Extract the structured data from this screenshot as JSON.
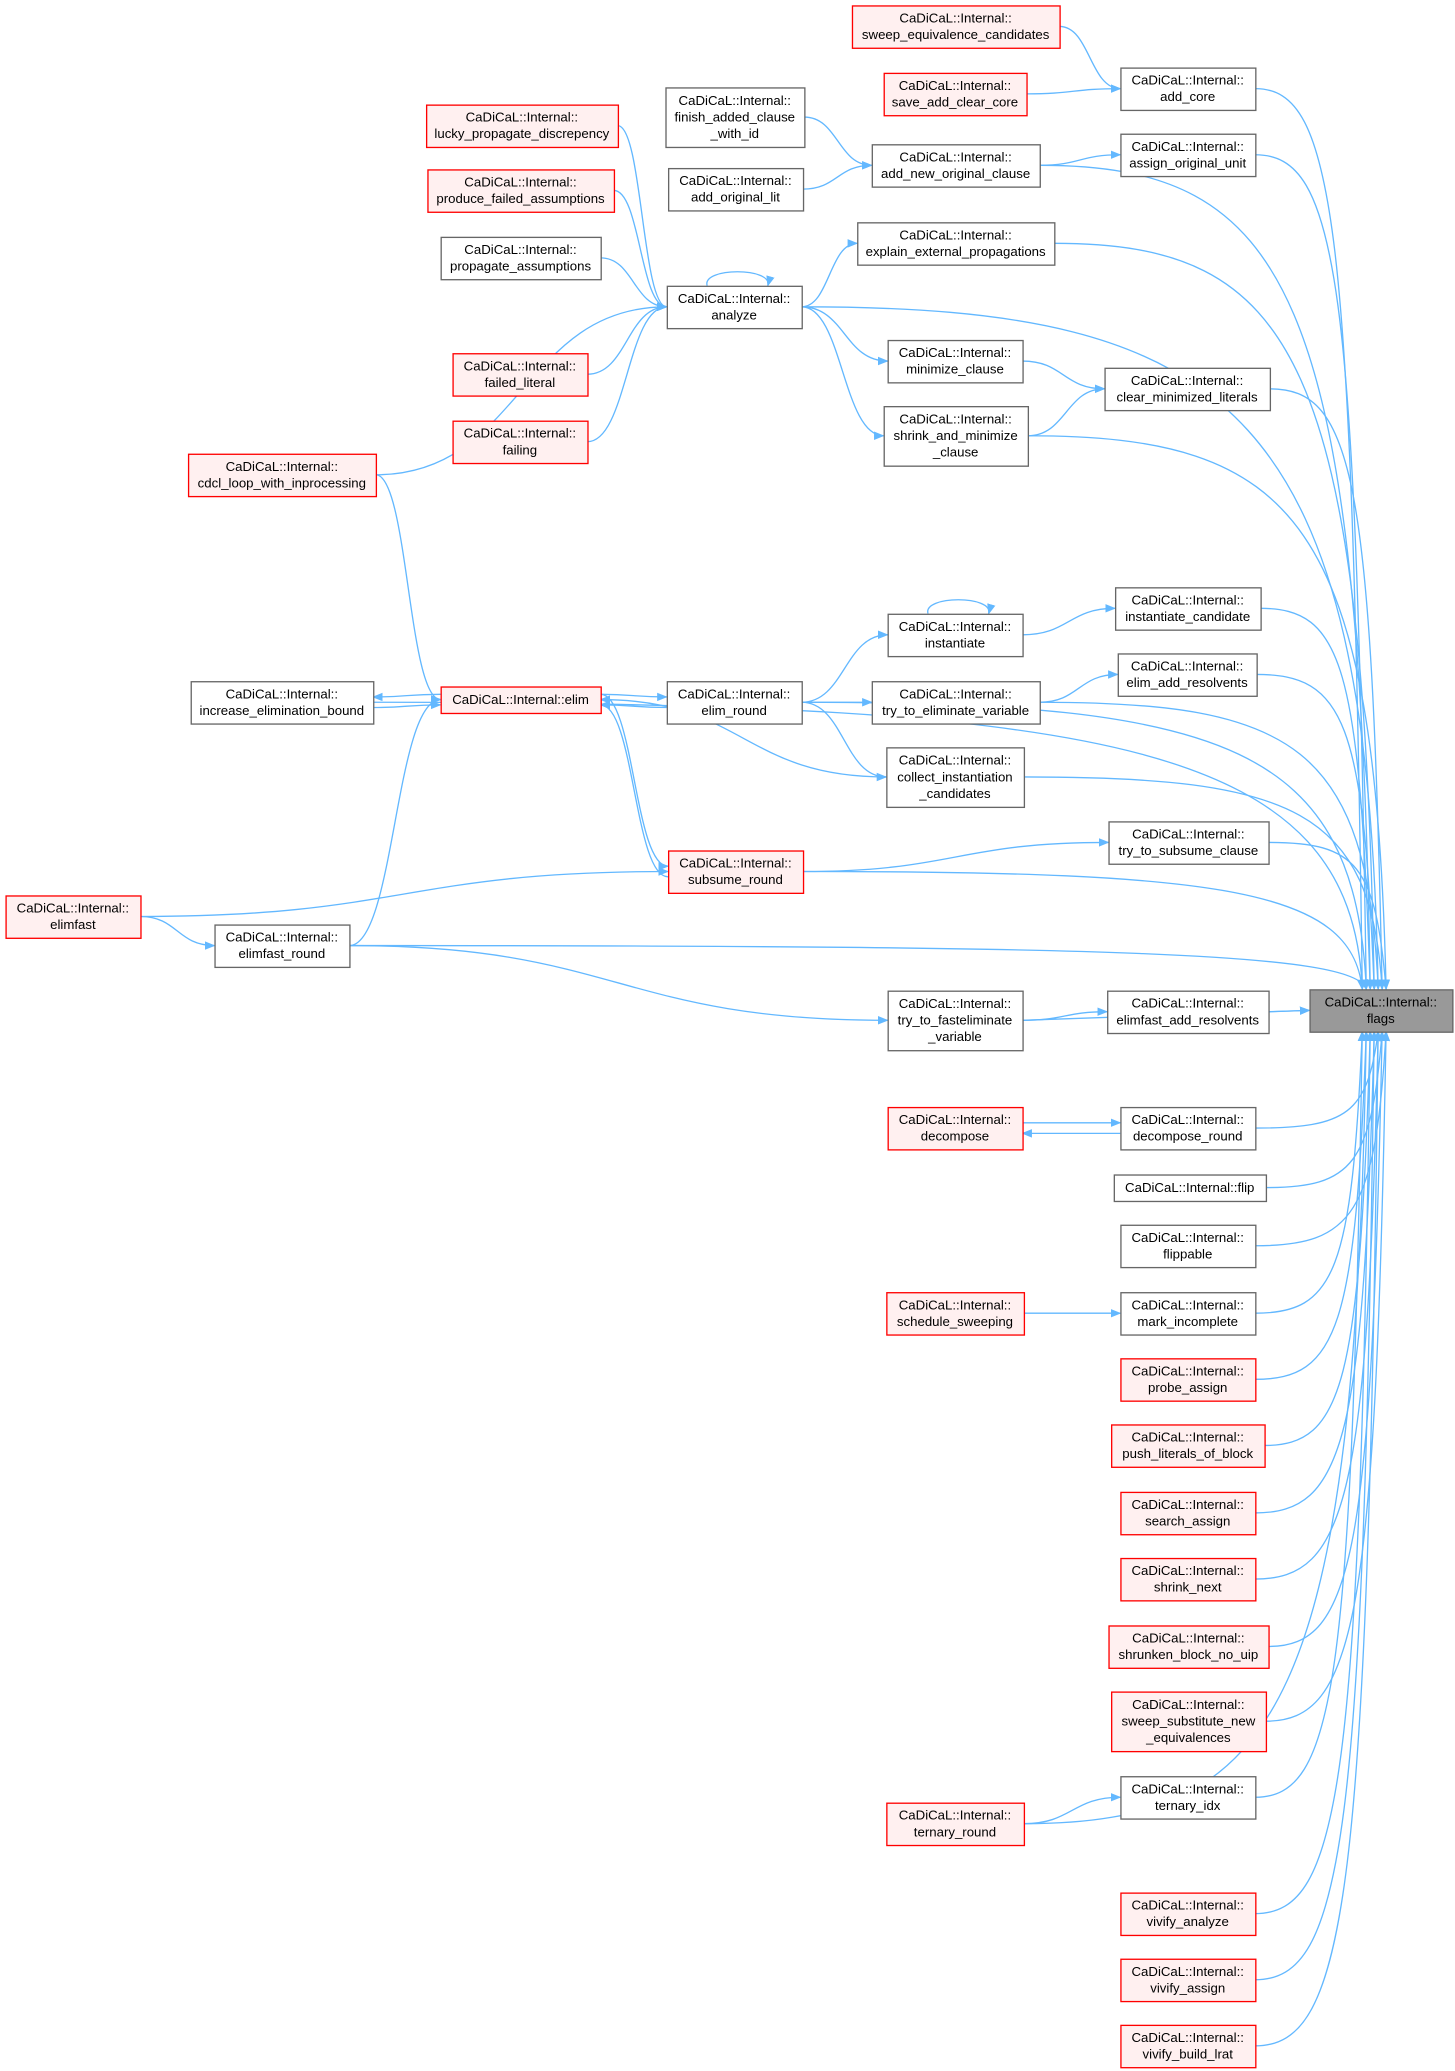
{
  "graph": {
    "type": "caller-graph",
    "colors": {
      "edge": "#63b8ff",
      "red_border": "#ff0000",
      "red_fill": "#fff0f0",
      "current_fill": "#999999",
      "normal_border": "#666666"
    },
    "nodes": [
      {
        "id": "sweep_equivalence_candidates",
        "style": "red",
        "lines": [
          "CaDiCaL::Internal::",
          "sweep_equivalence_candidates"
        ]
      },
      {
        "id": "save_add_clear_core",
        "style": "red",
        "lines": [
          "CaDiCaL::Internal::",
          "save_add_clear_core"
        ]
      },
      {
        "id": "add_core",
        "style": "normal",
        "lines": [
          "CaDiCaL::Internal::",
          "add_core"
        ]
      },
      {
        "id": "finish_added_clause_with_id",
        "style": "normal",
        "lines": [
          "CaDiCaL::Internal::",
          "finish_added_clause",
          "_with_id"
        ]
      },
      {
        "id": "add_new_original_clause",
        "style": "normal",
        "lines": [
          "CaDiCaL::Internal::",
          "add_new_original_clause"
        ]
      },
      {
        "id": "assign_original_unit",
        "style": "normal",
        "lines": [
          "CaDiCaL::Internal::",
          "assign_original_unit"
        ]
      },
      {
        "id": "lucky_propagate_discrepency",
        "style": "red",
        "lines": [
          "CaDiCaL::Internal::",
          "lucky_propagate_discrepency"
        ]
      },
      {
        "id": "add_original_lit",
        "style": "normal",
        "lines": [
          "CaDiCaL::Internal::",
          "add_original_lit"
        ]
      },
      {
        "id": "produce_failed_assumptions",
        "style": "red",
        "lines": [
          "CaDiCaL::Internal::",
          "produce_failed_assumptions"
        ]
      },
      {
        "id": "explain_external_propagations",
        "style": "normal",
        "lines": [
          "CaDiCaL::Internal::",
          "explain_external_propagations"
        ]
      },
      {
        "id": "propagate_assumptions",
        "style": "normal",
        "lines": [
          "CaDiCaL::Internal::",
          "propagate_assumptions"
        ]
      },
      {
        "id": "analyze",
        "style": "normal",
        "lines": [
          "CaDiCaL::Internal::",
          "analyze"
        ]
      },
      {
        "id": "minimize_clause",
        "style": "normal",
        "lines": [
          "CaDiCaL::Internal::",
          "minimize_clause"
        ]
      },
      {
        "id": "clear_minimized_literals",
        "style": "normal",
        "lines": [
          "CaDiCaL::Internal::",
          "clear_minimized_literals"
        ]
      },
      {
        "id": "failed_literal",
        "style": "red",
        "lines": [
          "CaDiCaL::Internal::",
          "failed_literal"
        ]
      },
      {
        "id": "shrink_and_minimize_clause",
        "style": "normal",
        "lines": [
          "CaDiCaL::Internal::",
          "shrink_and_minimize",
          "_clause"
        ]
      },
      {
        "id": "failing",
        "style": "red",
        "lines": [
          "CaDiCaL::Internal::",
          "failing"
        ]
      },
      {
        "id": "cdcl_loop_with_inprocessing",
        "style": "red",
        "lines": [
          "CaDiCaL::Internal::",
          "cdcl_loop_with_inprocessing"
        ]
      },
      {
        "id": "instantiate_candidate",
        "style": "normal",
        "lines": [
          "CaDiCaL::Internal::",
          "instantiate_candidate"
        ]
      },
      {
        "id": "instantiate",
        "style": "normal",
        "lines": [
          "CaDiCaL::Internal::",
          "instantiate"
        ]
      },
      {
        "id": "elim_add_resolvents",
        "style": "normal",
        "lines": [
          "CaDiCaL::Internal::",
          "elim_add_resolvents"
        ]
      },
      {
        "id": "increase_elimination_bound",
        "style": "normal",
        "lines": [
          "CaDiCaL::Internal::",
          "increase_elimination_bound"
        ]
      },
      {
        "id": "elim",
        "style": "red",
        "lines": [
          "CaDiCaL::Internal::elim"
        ]
      },
      {
        "id": "elim_round",
        "style": "normal",
        "lines": [
          "CaDiCaL::Internal::",
          "elim_round"
        ]
      },
      {
        "id": "try_to_eliminate_variable",
        "style": "normal",
        "lines": [
          "CaDiCaL::Internal::",
          "try_to_eliminate_variable"
        ]
      },
      {
        "id": "collect_instantiation_candidates",
        "style": "normal",
        "lines": [
          "CaDiCaL::Internal::",
          "collect_instantiation",
          "_candidates"
        ]
      },
      {
        "id": "try_to_subsume_clause",
        "style": "normal",
        "lines": [
          "CaDiCaL::Internal::",
          "try_to_subsume_clause"
        ]
      },
      {
        "id": "subsume_round",
        "style": "red",
        "lines": [
          "CaDiCaL::Internal::",
          "subsume_round"
        ]
      },
      {
        "id": "elimfast",
        "style": "red",
        "lines": [
          "CaDiCaL::Internal::",
          "elimfast"
        ]
      },
      {
        "id": "elimfast_round",
        "style": "normal",
        "lines": [
          "CaDiCaL::Internal::",
          "elimfast_round"
        ]
      },
      {
        "id": "elimfast_add_resolvents",
        "style": "normal",
        "lines": [
          "CaDiCaL::Internal::",
          "elimfast_add_resolvents"
        ]
      },
      {
        "id": "flags",
        "style": "current",
        "lines": [
          "CaDiCaL::Internal::",
          "flags"
        ]
      },
      {
        "id": "try_to_fasteliminate_variable",
        "style": "normal",
        "lines": [
          "CaDiCaL::Internal::",
          "try_to_fasteliminate",
          "_variable"
        ]
      },
      {
        "id": "decompose",
        "style": "red",
        "lines": [
          "CaDiCaL::Internal::",
          "decompose"
        ]
      },
      {
        "id": "decompose_round",
        "style": "normal",
        "lines": [
          "CaDiCaL::Internal::",
          "decompose_round"
        ]
      },
      {
        "id": "flip",
        "style": "normal",
        "lines": [
          "CaDiCaL::Internal::flip"
        ]
      },
      {
        "id": "flippable",
        "style": "normal",
        "lines": [
          "CaDiCaL::Internal::",
          "flippable"
        ]
      },
      {
        "id": "schedule_sweeping",
        "style": "red",
        "lines": [
          "CaDiCaL::Internal::",
          "schedule_sweeping"
        ]
      },
      {
        "id": "mark_incomplete",
        "style": "normal",
        "lines": [
          "CaDiCaL::Internal::",
          "mark_incomplete"
        ]
      },
      {
        "id": "probe_assign",
        "style": "red",
        "lines": [
          "CaDiCaL::Internal::",
          "probe_assign"
        ]
      },
      {
        "id": "push_literals_of_block",
        "style": "red",
        "lines": [
          "CaDiCaL::Internal::",
          "push_literals_of_block"
        ]
      },
      {
        "id": "search_assign",
        "style": "red",
        "lines": [
          "CaDiCaL::Internal::",
          "search_assign"
        ]
      },
      {
        "id": "shrink_next",
        "style": "red",
        "lines": [
          "CaDiCaL::Internal::",
          "shrink_next"
        ]
      },
      {
        "id": "shrunken_block_no_uip",
        "style": "red",
        "lines": [
          "CaDiCaL::Internal::",
          "shrunken_block_no_uip"
        ]
      },
      {
        "id": "sweep_substitute_new_equivalences",
        "style": "red",
        "lines": [
          "CaDiCaL::Internal::",
          "sweep_substitute_new",
          "_equivalences"
        ]
      },
      {
        "id": "ternary_idx",
        "style": "normal",
        "lines": [
          "CaDiCaL::Internal::",
          "ternary_idx"
        ]
      },
      {
        "id": "ternary_round",
        "style": "red",
        "lines": [
          "CaDiCaL::Internal::",
          "ternary_round"
        ]
      },
      {
        "id": "vivify_analyze",
        "style": "red",
        "lines": [
          "CaDiCaL::Internal::",
          "vivify_analyze"
        ]
      },
      {
        "id": "vivify_assign",
        "style": "red",
        "lines": [
          "CaDiCaL::Internal::",
          "vivify_assign"
        ]
      },
      {
        "id": "vivify_build_lrat",
        "style": "red",
        "lines": [
          "CaDiCaL::Internal::",
          "vivify_build_lrat"
        ]
      }
    ],
    "edges": [
      [
        "sweep_equivalence_candidates",
        "add_core"
      ],
      [
        "save_add_clear_core",
        "add_core"
      ],
      [
        "finish_added_clause_with_id",
        "add_new_original_clause"
      ],
      [
        "add_original_lit",
        "add_new_original_clause"
      ],
      [
        "add_new_original_clause",
        "assign_original_unit"
      ],
      [
        "lucky_propagate_discrepency",
        "analyze"
      ],
      [
        "produce_failed_assumptions",
        "analyze"
      ],
      [
        "propagate_assumptions",
        "analyze"
      ],
      [
        "failed_literal",
        "analyze"
      ],
      [
        "failing",
        "analyze"
      ],
      [
        "cdcl_loop_with_inprocessing",
        "analyze"
      ],
      [
        "analyze",
        "analyze"
      ],
      [
        "analyze",
        "explain_external_propagations"
      ],
      [
        "analyze",
        "minimize_clause"
      ],
      [
        "analyze",
        "shrink_and_minimize_clause"
      ],
      [
        "minimize_clause",
        "clear_minimized_literals"
      ],
      [
        "shrink_and_minimize_clause",
        "clear_minimized_literals"
      ],
      [
        "cdcl_loop_with_inprocessing",
        "elim"
      ],
      [
        "elim",
        "increase_elimination_bound"
      ],
      [
        "increase_elimination_bound",
        "elim"
      ],
      [
        "elim_round",
        "elim"
      ],
      [
        "elim",
        "elim_round"
      ],
      [
        "elim_round",
        "instantiate"
      ],
      [
        "instantiate",
        "instantiate"
      ],
      [
        "elim_round",
        "try_to_eliminate_variable"
      ],
      [
        "elim_round",
        "collect_instantiation_candidates"
      ],
      [
        "collect_instantiation_candidates",
        "elim"
      ],
      [
        "instantiate",
        "instantiate_candidate"
      ],
      [
        "try_to_eliminate_variable",
        "elim_add_resolvents"
      ],
      [
        "elim",
        "subsume_round"
      ],
      [
        "subsume_round",
        "elim"
      ],
      [
        "subsume_round",
        "try_to_subsume_clause"
      ],
      [
        "elimfast",
        "subsume_round"
      ],
      [
        "elimfast_round",
        "elim"
      ],
      [
        "elimfast",
        "elimfast_round"
      ],
      [
        "elimfast_round",
        "try_to_fasteliminate_variable"
      ],
      [
        "try_to_fasteliminate_variable",
        "elimfast_add_resolvents"
      ],
      [
        "decompose_round",
        "decompose"
      ],
      [
        "decompose",
        "decompose_round"
      ],
      [
        "schedule_sweeping",
        "mark_incomplete"
      ],
      [
        "ternary_round",
        "ternary_idx"
      ],
      [
        "add_core",
        "flags"
      ],
      [
        "assign_original_unit",
        "flags"
      ],
      [
        "add_new_original_clause",
        "flags"
      ],
      [
        "explain_external_propagations",
        "flags"
      ],
      [
        "analyze",
        "flags"
      ],
      [
        "clear_minimized_literals",
        "flags"
      ],
      [
        "shrink_and_minimize_clause",
        "flags"
      ],
      [
        "increase_elimination_bound",
        "flags"
      ],
      [
        "elim_round",
        "flags"
      ],
      [
        "instantiate_candidate",
        "flags"
      ],
      [
        "elim_add_resolvents",
        "flags"
      ],
      [
        "try_to_eliminate_variable",
        "flags"
      ],
      [
        "collect_instantiation_candidates",
        "flags"
      ],
      [
        "try_to_subsume_clause",
        "flags"
      ],
      [
        "subsume_round",
        "flags"
      ],
      [
        "elimfast_round",
        "flags"
      ],
      [
        "elimfast_add_resolvents",
        "flags"
      ],
      [
        "try_to_fasteliminate_variable",
        "flags"
      ],
      [
        "decompose_round",
        "flags"
      ],
      [
        "flip",
        "flags"
      ],
      [
        "flippable",
        "flags"
      ],
      [
        "mark_incomplete",
        "flags"
      ],
      [
        "probe_assign",
        "flags"
      ],
      [
        "push_literals_of_block",
        "flags"
      ],
      [
        "search_assign",
        "flags"
      ],
      [
        "shrink_next",
        "flags"
      ],
      [
        "shrunken_block_no_uip",
        "flags"
      ],
      [
        "sweep_substitute_new_equivalences",
        "flags"
      ],
      [
        "ternary_idx",
        "flags"
      ],
      [
        "ternary_round",
        "flags"
      ],
      [
        "vivify_analyze",
        "flags"
      ],
      [
        "vivify_assign",
        "flags"
      ],
      [
        "vivify_build_lrat",
        "flags"
      ]
    ]
  }
}
